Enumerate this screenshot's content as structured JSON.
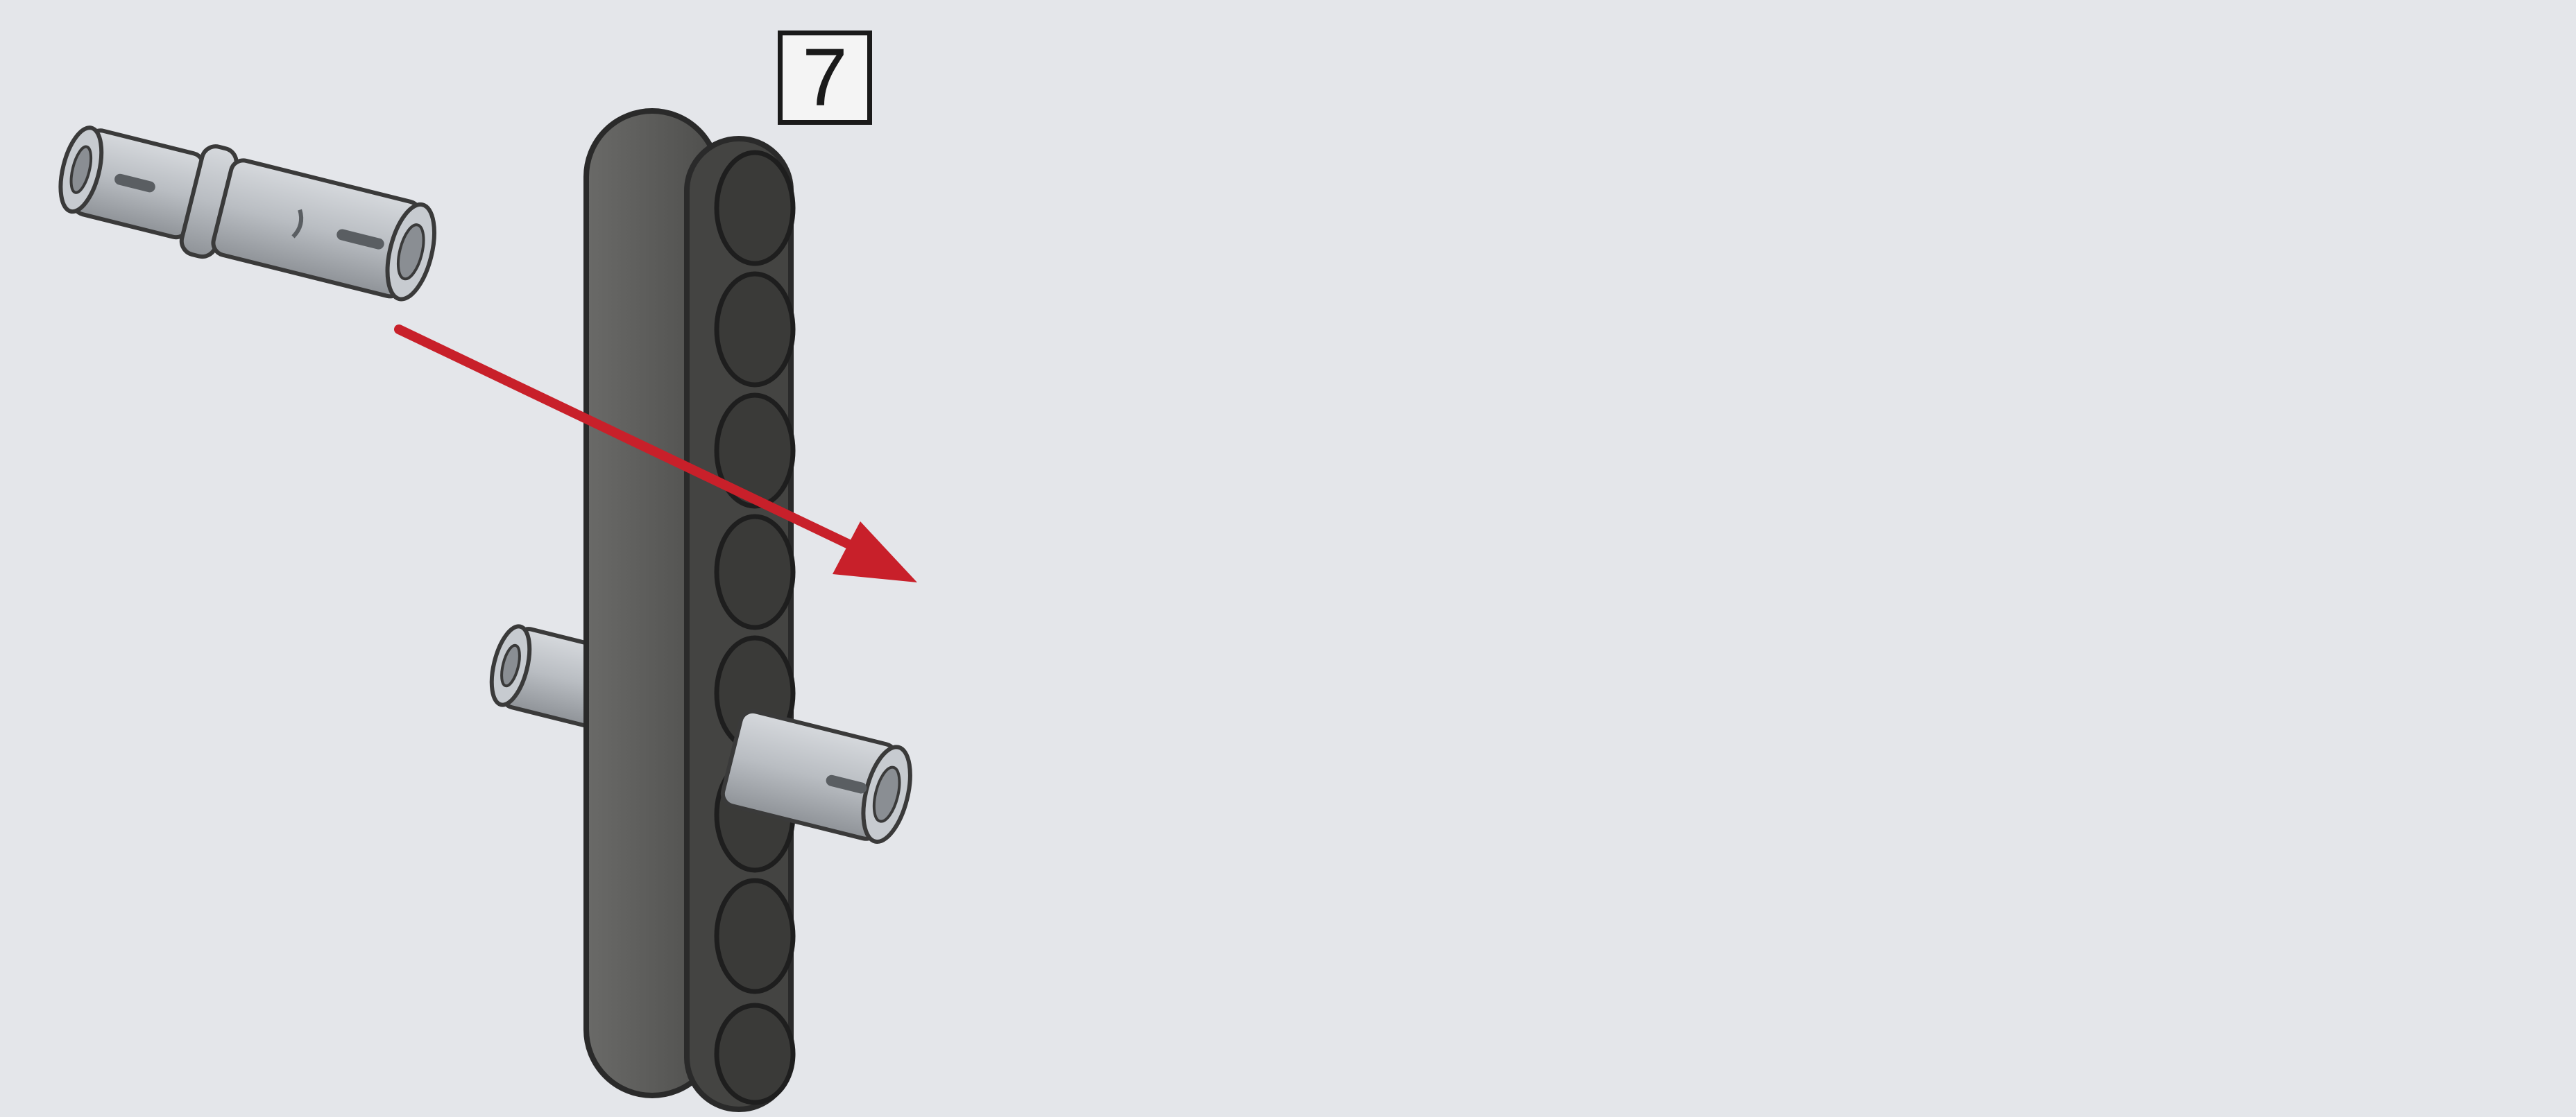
{
  "step": {
    "number": "7"
  },
  "colors": {
    "background": "#e4e6ea",
    "beam": "#5c5c5a",
    "pin": "#b8bcc1",
    "connector": "#0f0f10",
    "highlight": "#d42027",
    "arrow": "#c8202a"
  },
  "parts": {
    "before": [
      "liftarm-beam-7",
      "friction-pin",
      "friction-pin",
      "friction-pin"
    ],
    "after": [
      "liftarm-beam-7",
      "friction-pin",
      "friction-pin",
      "friction-pin",
      "friction-pin",
      "axle-pin-connector"
    ],
    "highlighted": [
      "axle-pin-connector",
      "friction-pin"
    ]
  },
  "icons": {
    "transition": "red-right-arrow-icon",
    "insert_before": "red-insert-arrow-icon",
    "insert_after": "red-insert-arrow-icon"
  }
}
